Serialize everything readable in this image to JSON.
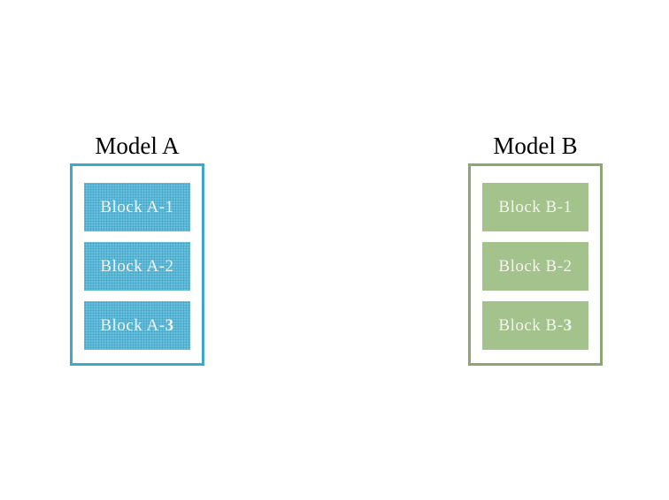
{
  "canvas": {
    "background": "#ffffff"
  },
  "models": [
    {
      "title": "Model A",
      "colors": {
        "border": "#3aa9cd",
        "fill": "#68bdda",
        "dot": "#3fa5c8",
        "text": "#f4f4f0",
        "title_text": "#000000"
      },
      "blocks": [
        {
          "text": "Block A-1",
          "bold": ""
        },
        {
          "text": "Block A-2",
          "bold": ""
        },
        {
          "text": "Block A-",
          "bold": "3"
        }
      ]
    },
    {
      "title": "Model B",
      "colors": {
        "border": "#8aa673",
        "fill": "#a3c28c",
        "text": "#f4f4f0",
        "title_text": "#000000"
      },
      "blocks": [
        {
          "text": "Block B-1",
          "bold": ""
        },
        {
          "text": "Block B-2",
          "bold": ""
        },
        {
          "text": "Block B-",
          "bold": "3"
        }
      ]
    }
  ]
}
